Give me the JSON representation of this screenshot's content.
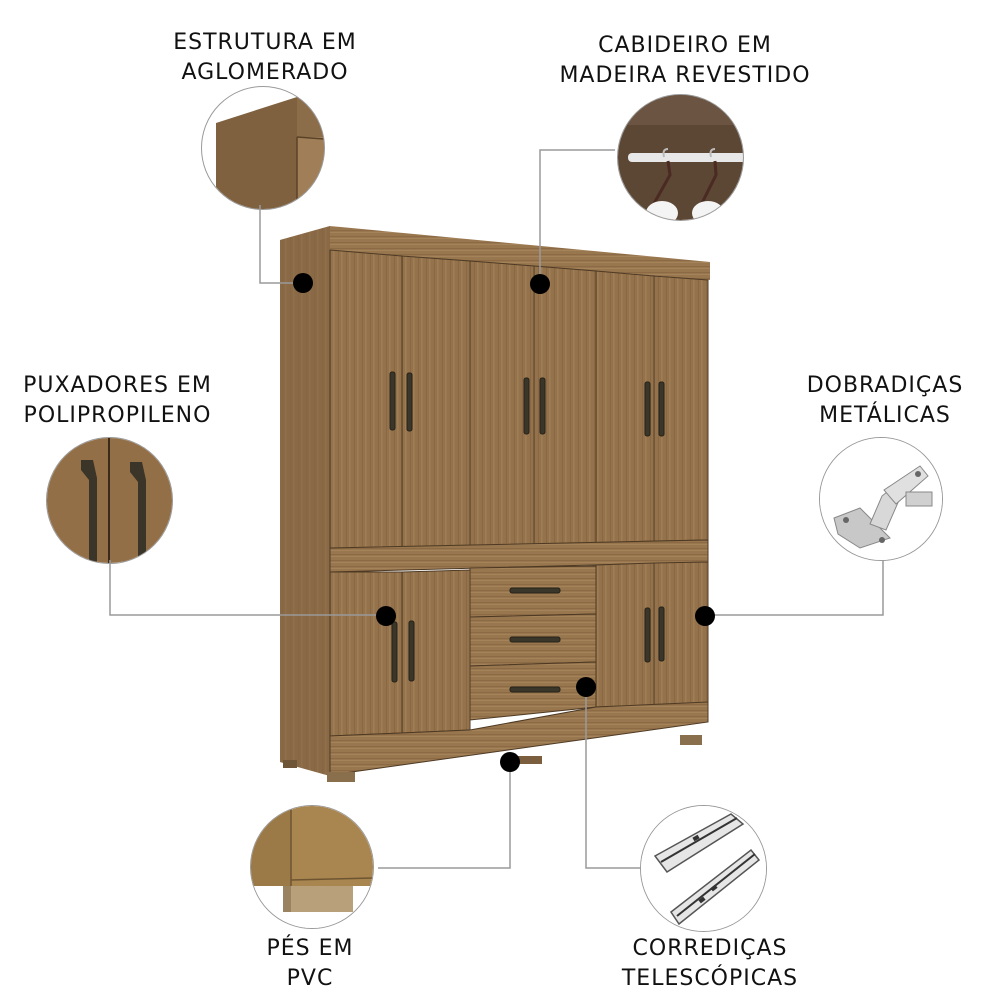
{
  "callouts": {
    "estrutura": {
      "line1": "ESTRUTURA EM",
      "line2": "AGLOMERADO",
      "icon": "wood-corner-detail"
    },
    "cabideiro": {
      "line1": "CABIDEIRO EM",
      "line2": "MADEIRA REVESTIDO",
      "icon": "hanger-rod-detail"
    },
    "puxadores": {
      "line1": "PUXADORES EM",
      "line2": "POLIPROPILENO",
      "icon": "handle-detail"
    },
    "dobradicas": {
      "line1": "DOBRADIÇAS",
      "line2": "METÁLICAS",
      "icon": "hinge-detail"
    },
    "pes": {
      "line1": "PÉS EM",
      "line2": "PVC",
      "icon": "foot-detail"
    },
    "corredicas": {
      "line1": "CORREDIÇAS",
      "line2": "TELESCÓPICAS",
      "icon": "drawer-slide-detail"
    }
  },
  "product": {
    "upper_doors": 6,
    "lower_doors": 4,
    "drawers": 3,
    "colors": {
      "wood": "#93714a",
      "wood_light": "#a58259",
      "wood_dark": "#7a5c3a",
      "handle": "#3f3a2c",
      "dot": "#000000",
      "line": "#9a9a9a"
    }
  }
}
